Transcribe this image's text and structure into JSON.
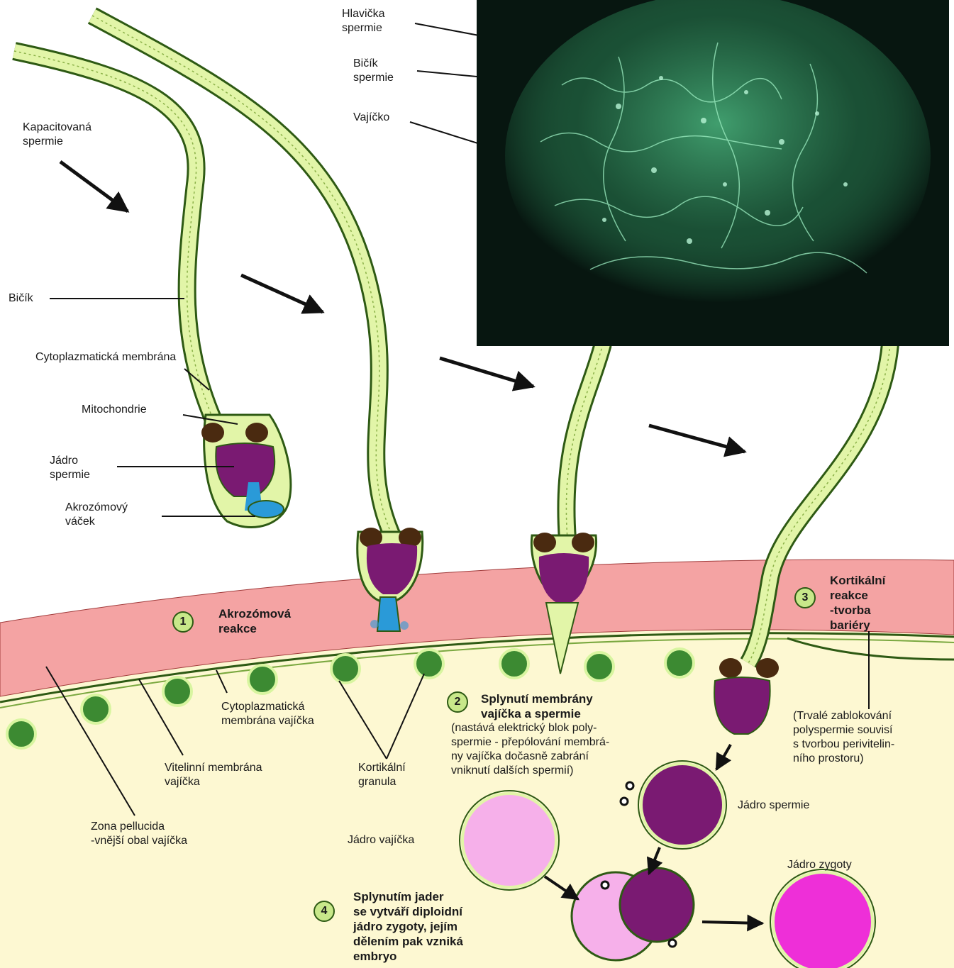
{
  "labels": {
    "kapacitovana": [
      "Kapacitovaná",
      "spermie"
    ],
    "bicik": "Bičík",
    "cytoplazmaticka": "Cytoplazmatická membrána",
    "mitochondrie": "Mitochondrie",
    "jadro_spermie_top": [
      "Jádro",
      "spermie"
    ],
    "akrozomovy": [
      "Akrozómový",
      "váček"
    ],
    "hlavicka": [
      "Hlavička",
      "spermie"
    ],
    "bicik_spermie": [
      "Bičík",
      "spermie"
    ],
    "vajicko": "Vajíčko",
    "cyto_vajicka": [
      "Cytoplazmatická",
      "membrána vajíčka"
    ],
    "vitelinni": [
      "Vitelinní membrána",
      "vajíčka"
    ],
    "kortikalni_granula": [
      "Kortikální",
      "granula"
    ],
    "zona": [
      "Zona pellucida",
      "-vnější obal vajíčka"
    ],
    "jadro_spermie": "Jádro spermie",
    "jadro_vajicka": "Jádro vajíčka",
    "jadro_zygoty": "Jádro zygoty"
  },
  "steps": [
    {
      "num": "1",
      "title": [
        "Akrozómová",
        "reakce"
      ]
    },
    {
      "num": "2",
      "title": [
        "Splynutí membrány",
        "vajíčka a spermie"
      ],
      "note": [
        "(nastává elektrický blok poly-",
        "spermie - přepólování membrá-",
        "ny vajíčka dočasně zabrání",
        "vniknutí dalších spermií)"
      ]
    },
    {
      "num": "3",
      "title": [
        "Kortikální",
        "reakce",
        "-tvorba",
        "bariéry"
      ],
      "note": [
        "(Trvalé zablokování",
        "polyspermie souvisí",
        "s tvorbou perivitelin-",
        "ního prostoru)"
      ]
    },
    {
      "num": "4",
      "title": [
        "Splynutím jader",
        "se vytváří diploidní",
        "jádro zygoty, jejím",
        "dělením pak vzniká",
        "embryo"
      ]
    }
  ],
  "colors": {
    "zona": "#f4a3a3",
    "cytoplasm": "#fdf8d2",
    "tail": "#e2f5a8",
    "outline": "#2e5a14",
    "nucleus": "#7a1a72",
    "acrosome": "#2a9ad8",
    "egg_nucleus": "#f6b0ea",
    "zygote": "#ee2fd8",
    "micro_bg": "#071610",
    "micro_glow": "#59d896"
  }
}
